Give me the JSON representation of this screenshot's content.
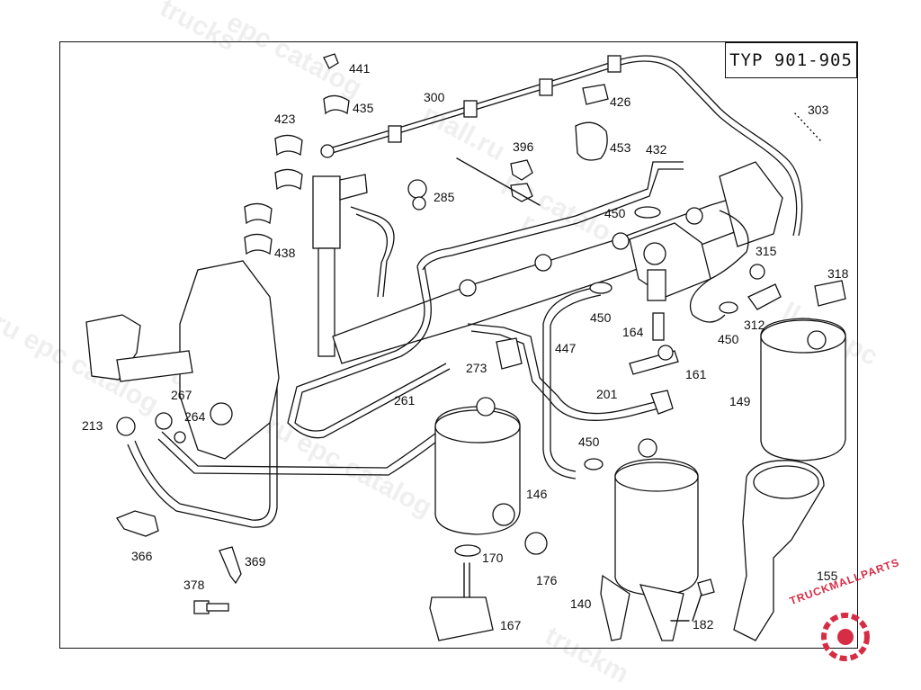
{
  "header": {
    "type_label": "TYP  901-905"
  },
  "watermark": {
    "texts": [
      "trucks",
      "epc catalog",
      "mall.ru",
      "uckmall.ru epc catalog",
      "ll.ru epc catalog",
      "truckm",
      "ll.ru epc",
      "pc catalo",
      "r"
    ]
  },
  "logo": {
    "text": "TRUCKMALLPARTS",
    "color": "#d62d45"
  },
  "parts": [
    {
      "id": "p441",
      "number": "441"
    },
    {
      "id": "p435",
      "number": "435"
    },
    {
      "id": "p300",
      "number": "300"
    },
    {
      "id": "p426",
      "number": "426"
    },
    {
      "id": "p303",
      "number": "303"
    },
    {
      "id": "p423",
      "number": "423"
    },
    {
      "id": "p396",
      "number": "396"
    },
    {
      "id": "p453",
      "number": "453"
    },
    {
      "id": "p432",
      "number": "432"
    },
    {
      "id": "p285",
      "number": "285"
    },
    {
      "id": "p450a",
      "number": "450"
    },
    {
      "id": "p438",
      "number": "438"
    },
    {
      "id": "p315",
      "number": "315"
    },
    {
      "id": "p318",
      "number": "318"
    },
    {
      "id": "p312",
      "number": "312"
    },
    {
      "id": "p450b",
      "number": "450"
    },
    {
      "id": "p164",
      "number": "164"
    },
    {
      "id": "p450c",
      "number": "450"
    },
    {
      "id": "p447",
      "number": "447"
    },
    {
      "id": "p273",
      "number": "273"
    },
    {
      "id": "p161",
      "number": "161"
    },
    {
      "id": "p267",
      "number": "267"
    },
    {
      "id": "p261",
      "number": "261"
    },
    {
      "id": "p201",
      "number": "201"
    },
    {
      "id": "p149",
      "number": "149"
    },
    {
      "id": "p213",
      "number": "213"
    },
    {
      "id": "p264",
      "number": "264"
    },
    {
      "id": "p450d",
      "number": "450"
    },
    {
      "id": "p146",
      "number": "146"
    },
    {
      "id": "p366",
      "number": "366"
    },
    {
      "id": "p369",
      "number": "369"
    },
    {
      "id": "p170",
      "number": "170"
    },
    {
      "id": "p378",
      "number": "378"
    },
    {
      "id": "p176",
      "number": "176"
    },
    {
      "id": "p155",
      "number": "155"
    },
    {
      "id": "p140",
      "number": "140"
    },
    {
      "id": "p167",
      "number": "167"
    },
    {
      "id": "p182",
      "number": "182"
    }
  ]
}
